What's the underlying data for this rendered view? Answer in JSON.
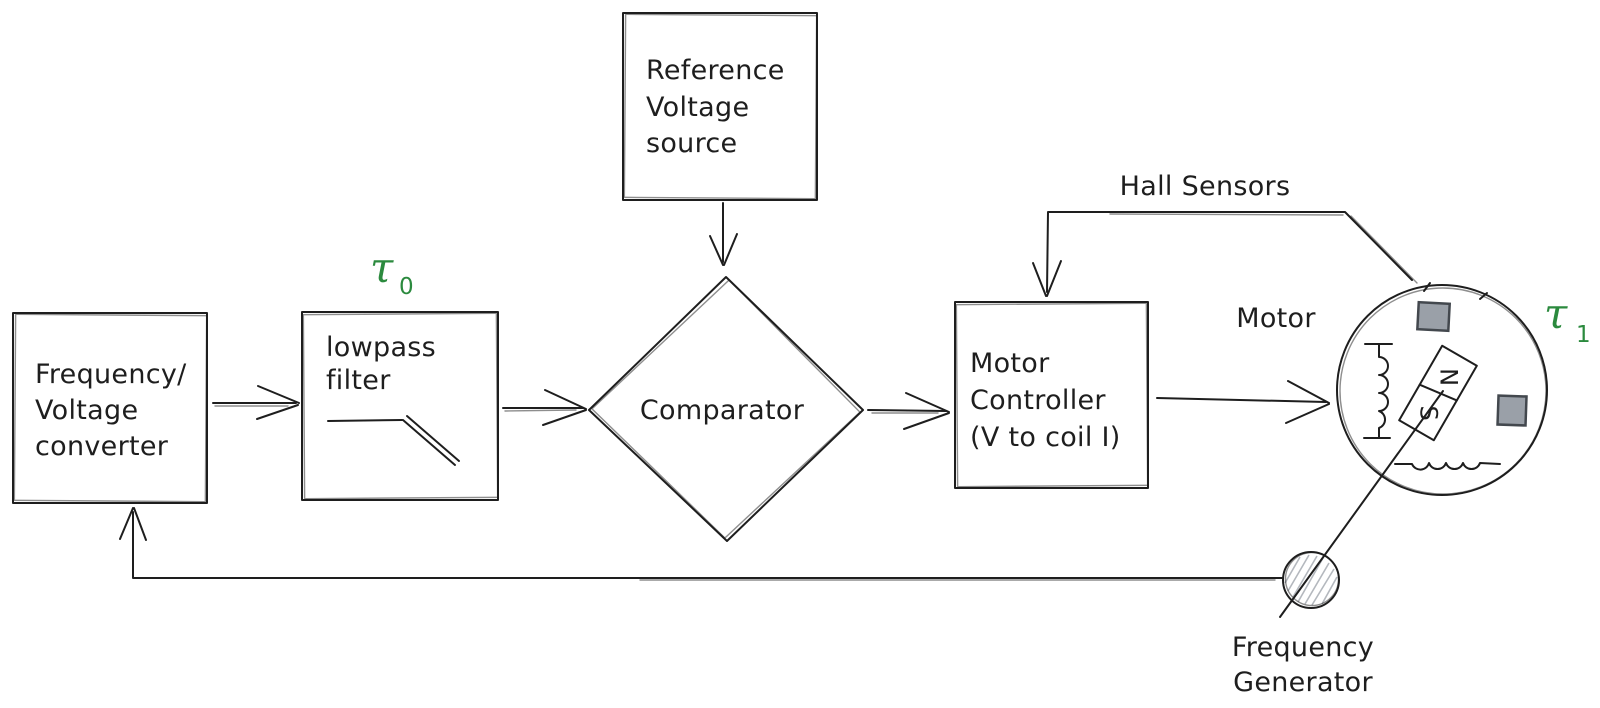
{
  "diagram": {
    "type": "hand-drawn control-loop block diagram",
    "nodes": {
      "fv_converter": {
        "lines": [
          "Frequency/",
          "Voltage",
          "converter"
        ]
      },
      "lowpass_filter": {
        "lines": [
          "lowpass",
          "filter"
        ]
      },
      "reference_voltage_source": {
        "lines": [
          "Reference",
          "Voltage",
          "source"
        ]
      },
      "comparator": {
        "label": "Comparator"
      },
      "motor_controller": {
        "lines": [
          "Motor",
          "Controller",
          "(V to coil I)"
        ]
      },
      "motor": {
        "label": "Motor",
        "magnet_north": "N",
        "magnet_south": "S"
      },
      "frequency_generator": {
        "lines": [
          "Frequency",
          "Generator"
        ]
      }
    },
    "labels": {
      "hall_sensors": "Hall Sensors",
      "tau0": {
        "base": "τ",
        "sub": "0"
      },
      "tau1": {
        "base": "τ",
        "sub": "1"
      }
    },
    "colors": {
      "stroke": "#1e1e1e",
      "accent_green": "#2b8a3e",
      "sensor_fill": "#9aa0a8",
      "sensor_border": "#43484e",
      "background": "#ffffff"
    }
  }
}
